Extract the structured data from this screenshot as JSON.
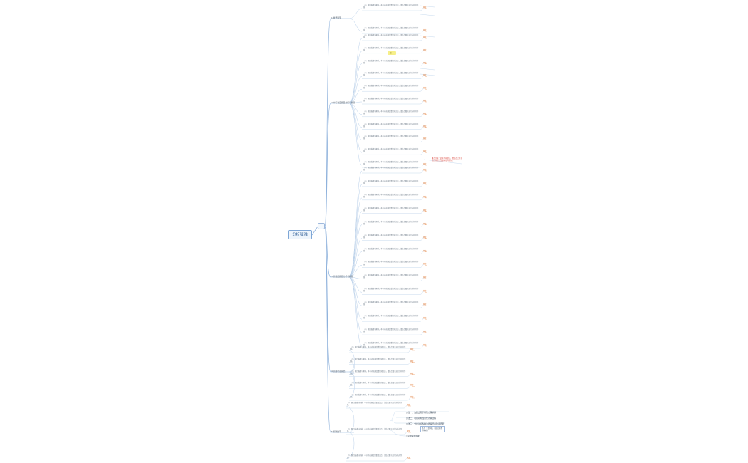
{
  "map": {
    "root_label": "分析疑难",
    "hub_label": "",
    "branches": [
      {
        "label": "1.重要题型"
      },
      {
        "label": "2.中等难度题目分析与解答"
      },
      {
        "label": "3.高难度题目分析与解答"
      },
      {
        "label": "4.高频考点总结"
      },
      {
        "label": "5.解题技巧"
      }
    ],
    "question_text": "（1）题目描述与解析，本节内容涵盖重要知识点，请结合图示进行分析并作答。",
    "leaf_text": "答案",
    "note_text": "重点注意：此处为易错点，需结合上下文综合判断，注意单位与条件。",
    "highlight_text": "图",
    "tip_labels": [
      "方法一：先画出图示再列方程求解",
      "方法二：利用对称性简化计算过程",
      "方法三：分类讨论各种边界情况并验证结果"
    ],
    "right_label": "①②③解题步骤",
    "box_text": "要点：注意审题，列出已知条件再求解"
  }
}
